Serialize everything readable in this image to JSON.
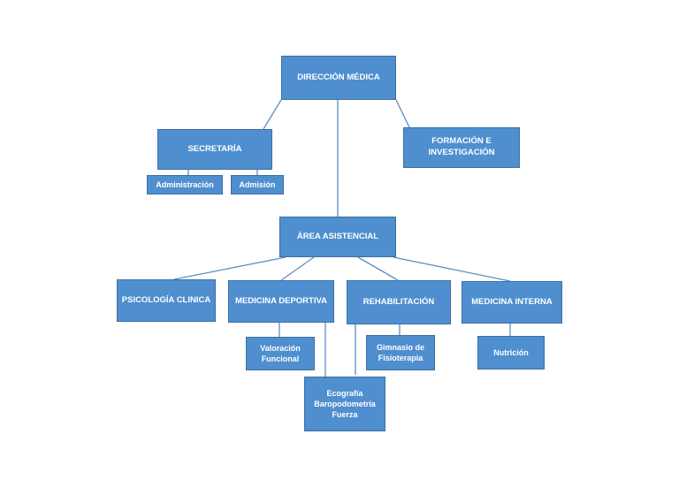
{
  "org_chart": {
    "direccion": "DIRECCIÓN MÉDICA",
    "secretaria": "SECRETARÍA",
    "administracion": "Administración",
    "admision": "Admisión",
    "formacion": "FORMACIÓN E\nINVESTIGACIÓN",
    "area_asistencial": "ÁREA ASISTENCIAL",
    "psicologia": "PSICOLOGÍA CLINICA",
    "medicina_deportiva": "MEDICINA DEPORTIVA",
    "rehabilitacion": "REHABILITACIÓN",
    "medicina_interna": "MEDICINA INTERNA",
    "valoracion": "Valoración\nFuncional",
    "gimnasio": "Gimnasio de\nFisioterapia",
    "nutricion": "Nutrición",
    "ecografia": "Ecografía\nBaropodometría\nFuerza"
  },
  "colors": {
    "box_fill": "#4f8fcf",
    "box_border": "#3c6fa3",
    "connector": "#5b8fc7",
    "text": "#ffffff"
  }
}
